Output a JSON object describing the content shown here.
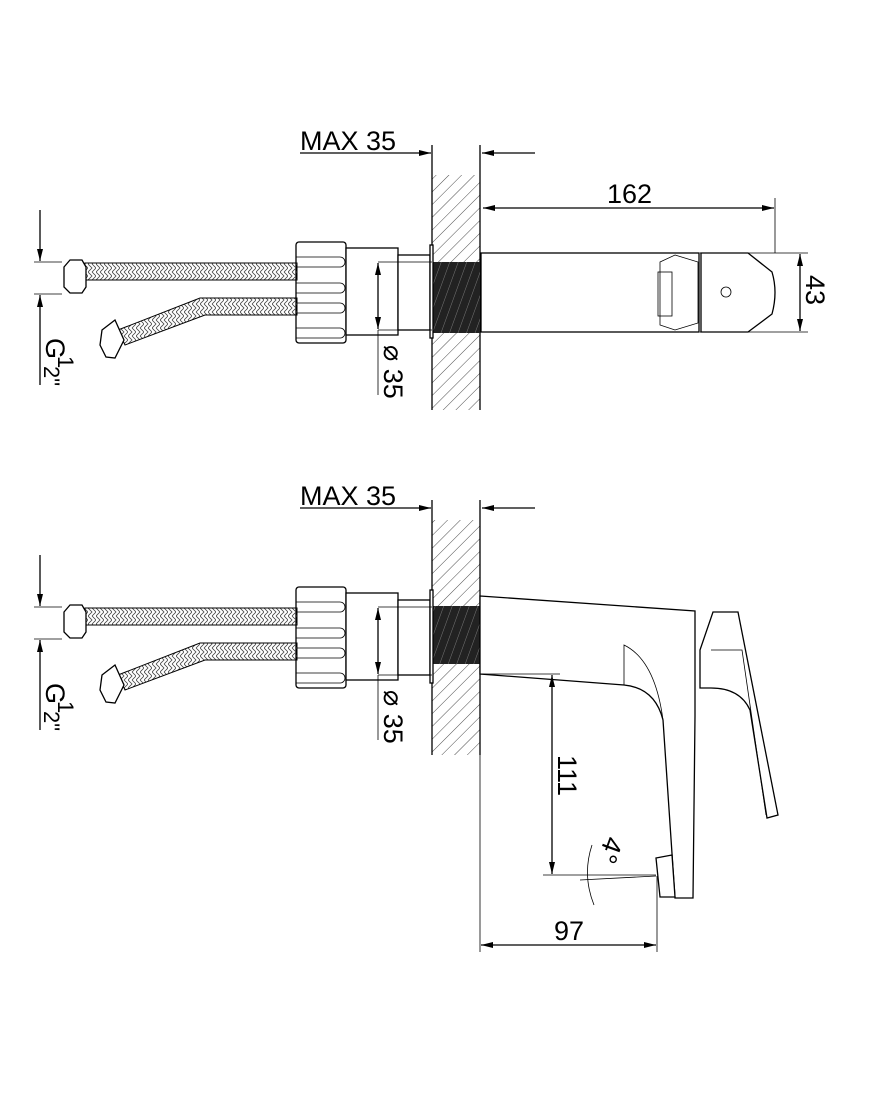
{
  "top_view": {
    "max_label": "MAX 35",
    "length_label": "162",
    "height_label": "43",
    "diameter_label": "⌀ 35",
    "thread_label_main": "G",
    "thread_label_num": "1",
    "thread_label_den": "2\""
  },
  "side_view": {
    "max_label": "MAX 35",
    "drop_label": "111",
    "reach_label": "97",
    "angle_label": "4°",
    "diameter_label": "⌀ 35",
    "thread_label_main": "G",
    "thread_label_num": "1",
    "thread_label_den": "2\""
  },
  "colors": {
    "line": "#000000",
    "background": "#ffffff"
  }
}
